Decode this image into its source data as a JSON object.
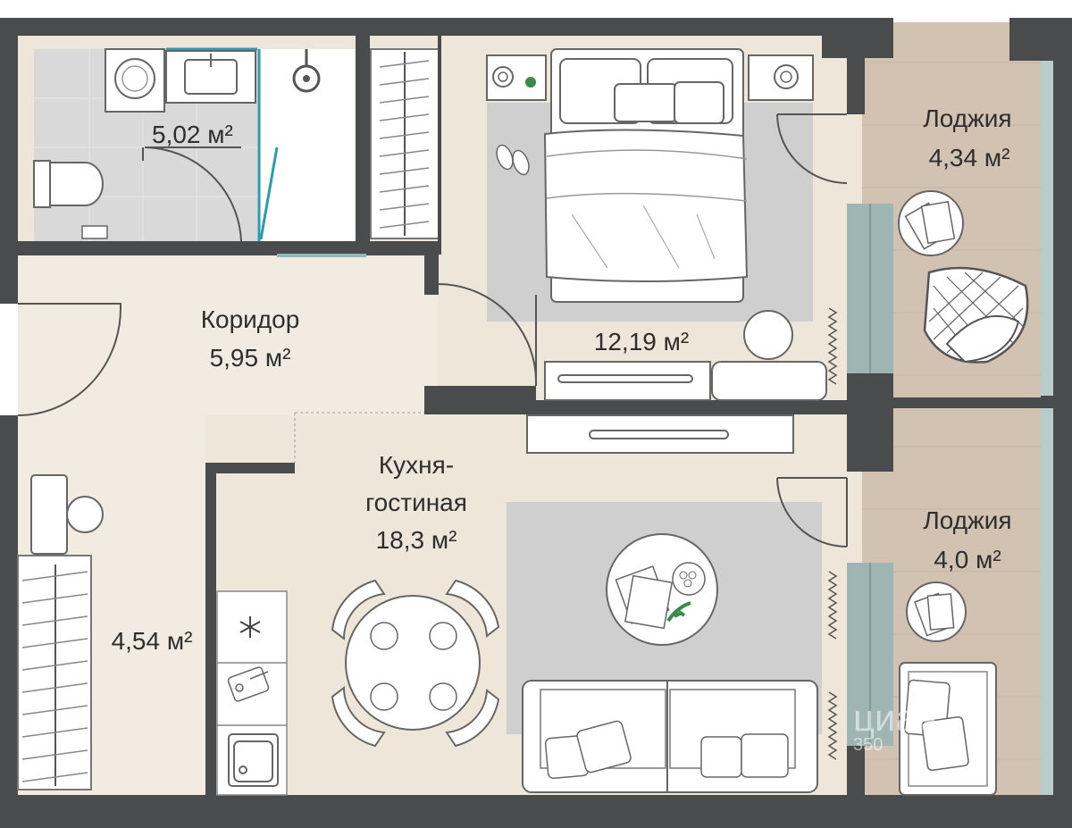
{
  "rooms": {
    "bathroom": {
      "area": "5,02 м²"
    },
    "corridor": {
      "name": "Коридор",
      "area": "5,95 м²"
    },
    "bedroom": {
      "area": "12,19 м²"
    },
    "loggia_top": {
      "name": "Лоджия",
      "area": "4,34 м²"
    },
    "kitchen": {
      "name_line1": "Кухня-",
      "name_line2": "гостиная",
      "area": "18,3 м²"
    },
    "loggia_bottom": {
      "name": "Лоджия",
      "area": "4,0 м²"
    },
    "hall": {
      "area": "4,54 м²"
    }
  },
  "watermark": {
    "text": "циан",
    "sub": "350"
  },
  "colors": {
    "wall": "#4a4b4d",
    "floor_wood": "#efe6da",
    "floor_corridor": "#f2ebe2",
    "floor_tile": "#d9d9d9",
    "loggia": "#d2c2b2",
    "rug": "#cfcfcf",
    "glass": "#9fb5b3",
    "accent_teal": "#2a9bb0"
  },
  "icons": [
    "bed-icon",
    "toilet-icon",
    "sink-icon",
    "washing-machine-icon",
    "shower-icon",
    "wardrobe-icon",
    "sofa-icon",
    "dining-table-icon",
    "chair-icon",
    "armchair-icon",
    "fridge-snowflake-icon",
    "stove-icon",
    "kitchen-sink-icon",
    "slippers-icon",
    "plant-icon",
    "radiator-icon",
    "coffee-table-icon",
    "book-icon"
  ]
}
